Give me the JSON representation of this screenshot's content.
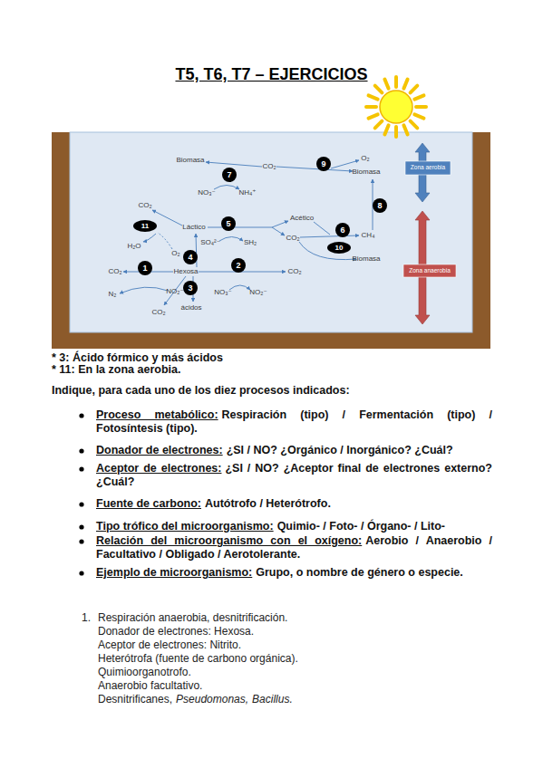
{
  "diagram": {
    "title": "T5, T6, T7 – EJERCICIOS",
    "nodes": [
      {
        "text": [
          "7"
        ]
      },
      {
        "text": [
          "9"
        ]
      },
      {
        "text": [
          "Zona aerobia"
        ]
      },
      {
        "text": [
          "8"
        ]
      },
      {
        "text": [
          "5"
        ]
      },
      {
        "text": [
          "11"
        ]
      },
      {
        "text": [
          "6"
        ]
      },
      {
        "text": [
          "4"
        ]
      },
      {
        "text": [
          "10"
        ]
      },
      {
        "text": [
          "Zona anaerobia"
        ]
      },
      {
        "text": [
          "1"
        ]
      },
      {
        "text": [
          "2"
        ]
      },
      {
        "text": [
          "3"
        ]
      }
    ],
    "labels": [
      "Biomasa",
      "CO₂",
      "NO₃⁻",
      "NH₄⁺",
      "O₂",
      "Biomasa",
      "CO₂",
      "Láctico",
      "Acético",
      "SO₄²⁻",
      "SH₂",
      "CO₂",
      "CH₄",
      "H₂O",
      "O₂",
      "Biomasa",
      "CO₂",
      "Hexosa",
      "CO₂",
      "N₂",
      "NO₂⁻",
      "NO₃⁻",
      "NO₂⁻",
      "CO₂",
      "ácidos",
      "* 3: Ácido fórmico y más ácidos",
      "* 11: En la zona aerobia.",
      "Indique, para cada uno de los diez procesos indicados:",
      "Proceso metabólico:",
      "Respiración (tipo) / Fermentación (tipo) / Fotosíntesis (tipo).",
      "Donador de electrones:",
      "¿SI / NO? ¿Orgánico / Inorgánico? ¿Cuál?",
      "Aceptor de electrones:",
      "¿SI / NO? ¿Aceptor final de electrones externo? ¿Cuál?",
      "Fuente de carbono:",
      "Autótrofo / Heterótrofo.",
      "Tipo trófico del microorganismo:",
      "Quimio- / Foto- / Órgano- / Lito-",
      "Relación del microorganismo con el oxígeno:",
      "Aerobio / Anaerobio / Facultativo / Obligado / Aerotolerante.",
      "Ejemplo de microorganismo:",
      "Grupo, o nombre de género o especie.",
      "1.",
      "Respiración anaerobia, desnitrificación.",
      "Donador de electrones: Hexosa.",
      "Aceptor de electrones: Nitrito.",
      "Heterótrofa (fuente de carbono orgánica).",
      "Quimioorganotrofo.",
      "Anaerobio facultativo.",
      "Desnitrificanes,",
      "Pseudomonas,",
      "Bacillus."
    ]
  }
}
